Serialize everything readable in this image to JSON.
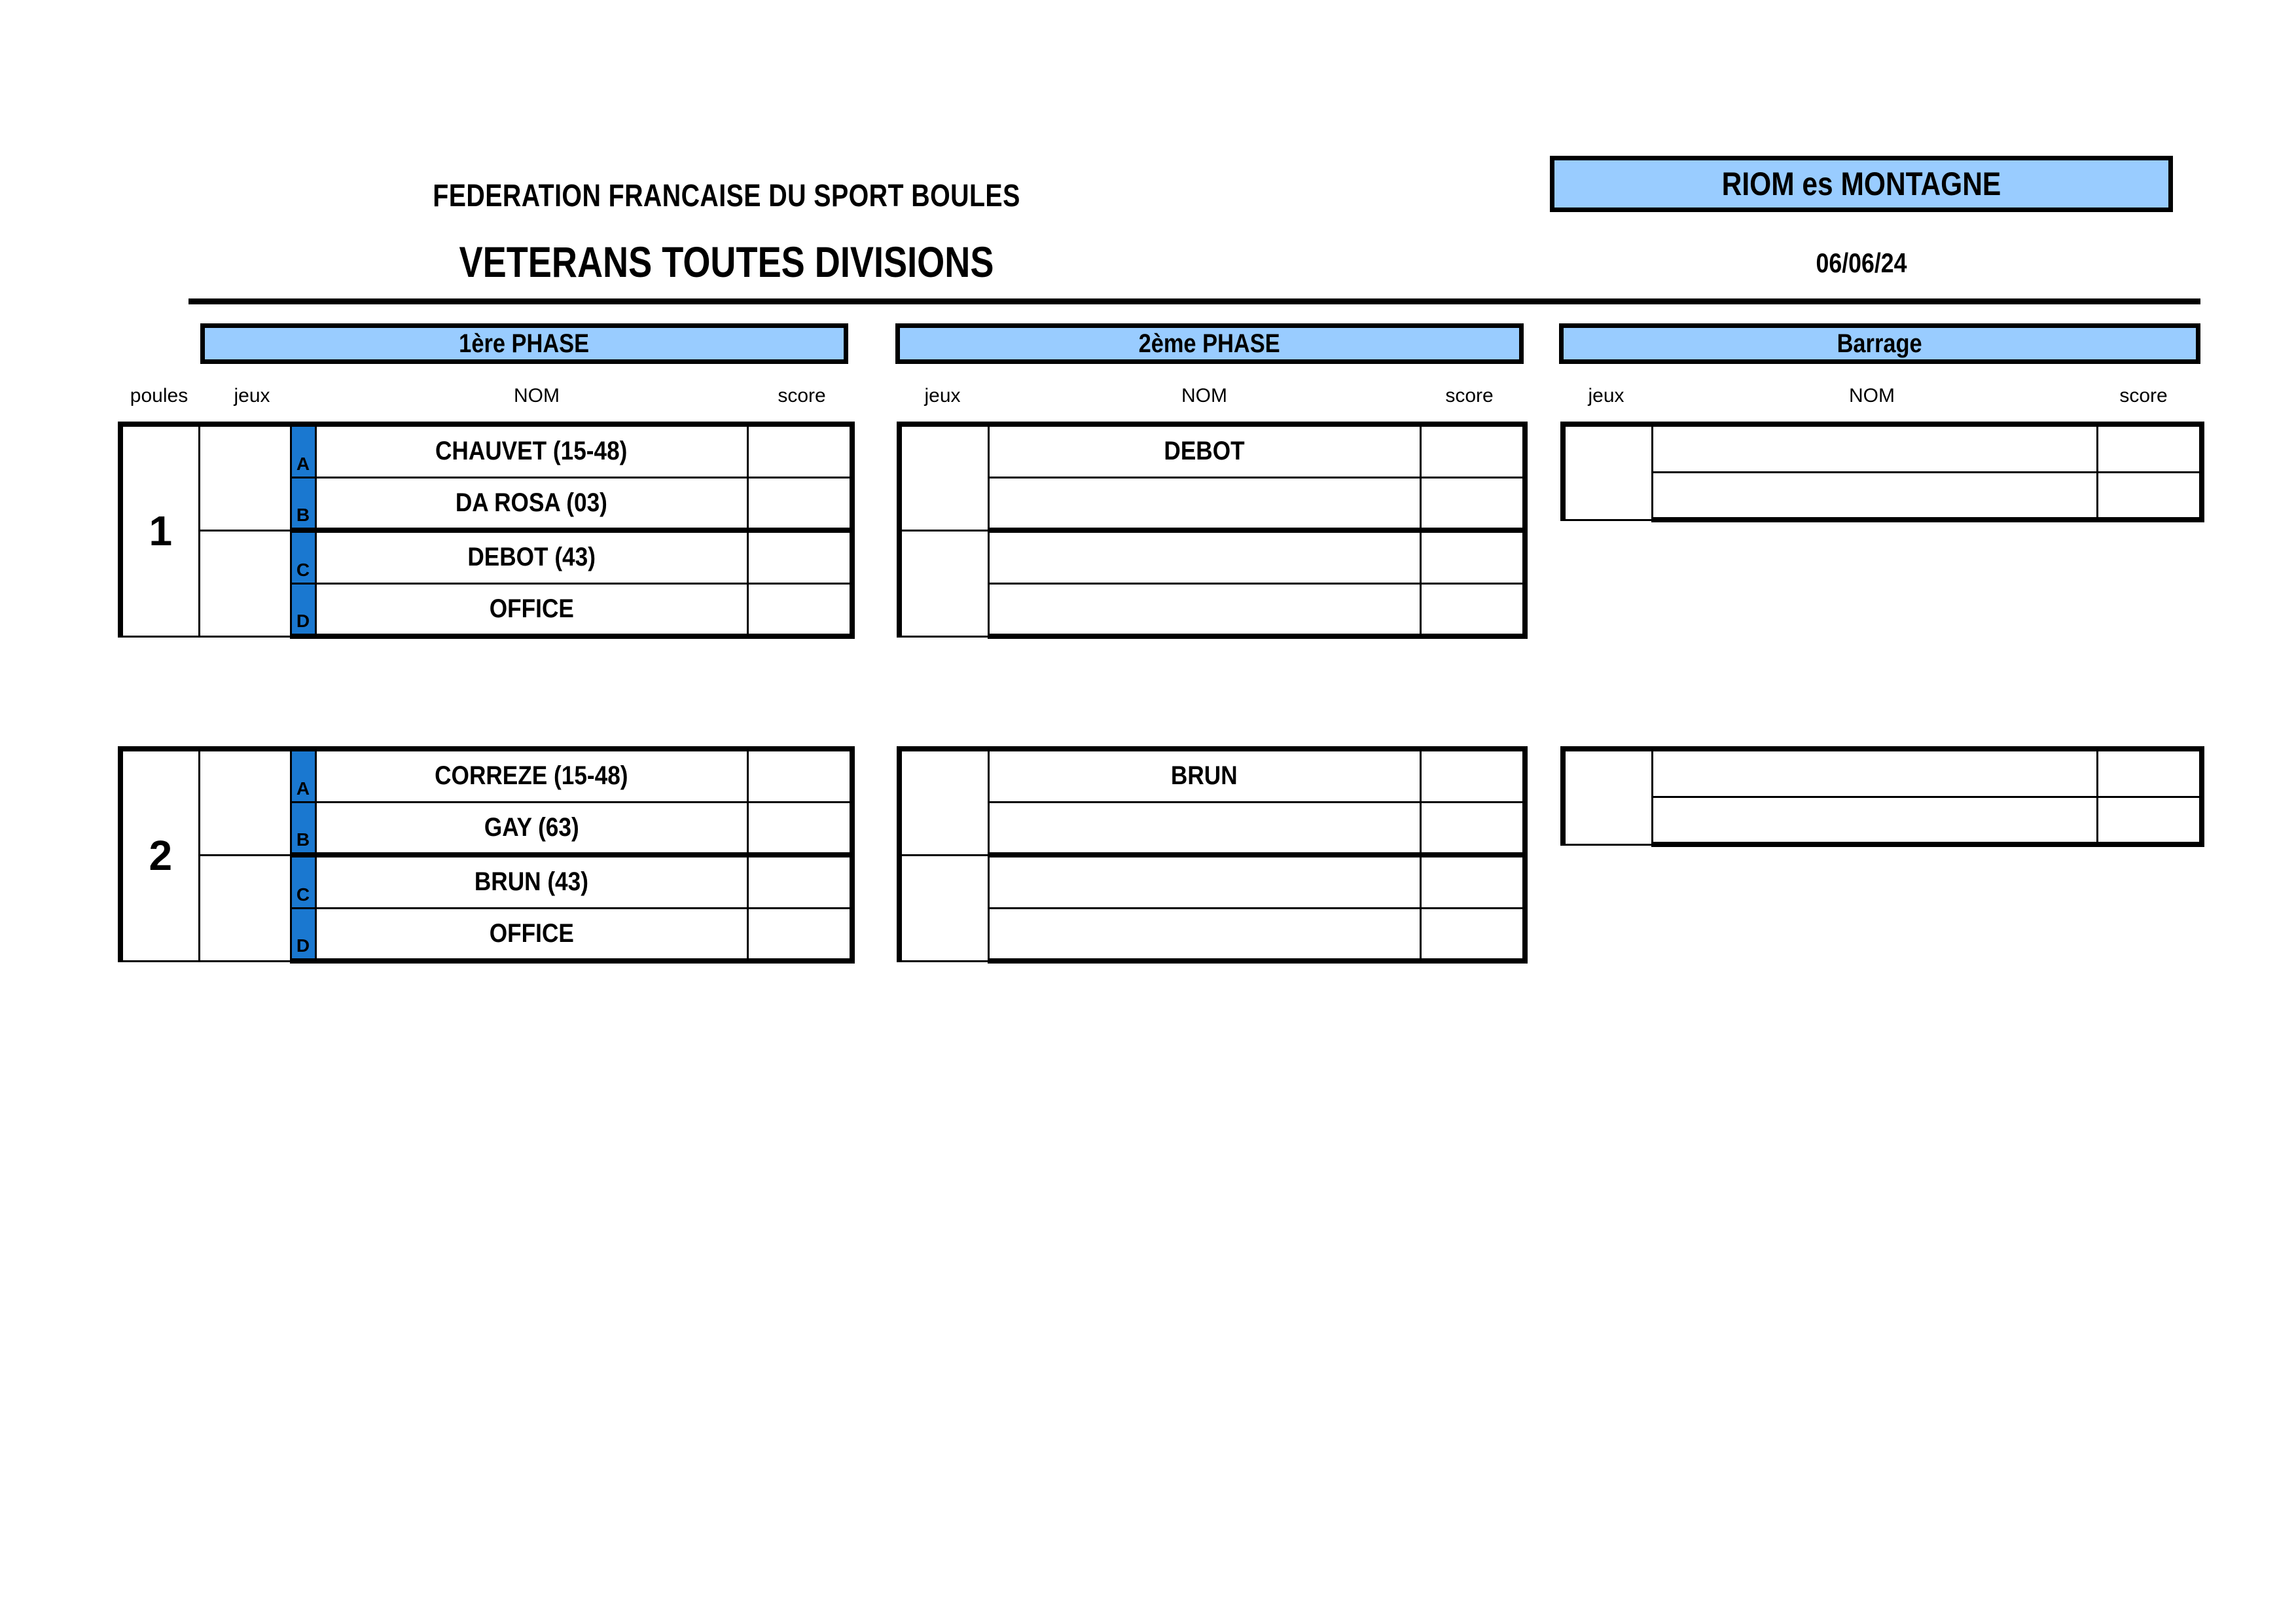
{
  "header": {
    "federation": "FEDERATION FRANCAISE DU SPORT BOULES",
    "competition": "VETERANS TOUTES DIVISIONS",
    "venue": "RIOM es MONTAGNE",
    "date": "06/06/24"
  },
  "colors": {
    "header_bar": "#99CCFF",
    "letter_strip": "#1A78D0",
    "border": "#000000",
    "page_background": "#FFFFFF"
  },
  "sections": {
    "phase1": {
      "title": "1ère PHASE"
    },
    "phase2": {
      "title": "2ème PHASE"
    },
    "barrage": {
      "title": "Barrage"
    }
  },
  "captions": {
    "poules": "poules",
    "jeux": "jeux",
    "nom": "NOM",
    "score": "score"
  },
  "phase1_poules": [
    {
      "number": "1",
      "rows": [
        {
          "letter": "A",
          "name": "CHAUVET (15-48)",
          "jeux": "",
          "score": ""
        },
        {
          "letter": "B",
          "name": "DA ROSA (03)",
          "jeux": "",
          "score": ""
        },
        {
          "letter": "C",
          "name": "DEBOT (43)",
          "jeux": "",
          "score": ""
        },
        {
          "letter": "D",
          "name": "OFFICE",
          "jeux": "",
          "score": ""
        }
      ]
    },
    {
      "number": "2",
      "rows": [
        {
          "letter": "A",
          "name": "CORREZE (15-48)",
          "jeux": "",
          "score": ""
        },
        {
          "letter": "B",
          "name": "GAY (63)",
          "jeux": "",
          "score": ""
        },
        {
          "letter": "C",
          "name": "BRUN (43)",
          "jeux": "",
          "score": ""
        },
        {
          "letter": "D",
          "name": "OFFICE",
          "jeux": "",
          "score": ""
        }
      ]
    }
  ],
  "phase2_blocks": [
    {
      "rows": [
        {
          "name": "DEBOT",
          "jeux": "",
          "score": ""
        },
        {
          "name": "",
          "jeux": "",
          "score": ""
        },
        {
          "name": "",
          "jeux": "",
          "score": ""
        },
        {
          "name": "",
          "jeux": "",
          "score": ""
        }
      ]
    },
    {
      "rows": [
        {
          "name": "BRUN",
          "jeux": "",
          "score": ""
        },
        {
          "name": "",
          "jeux": "",
          "score": ""
        },
        {
          "name": "",
          "jeux": "",
          "score": ""
        },
        {
          "name": "",
          "jeux": "",
          "score": ""
        }
      ]
    }
  ],
  "barrage_blocks": [
    {
      "rows": [
        {
          "name": "",
          "jeux": "",
          "score": ""
        },
        {
          "name": "",
          "jeux": "",
          "score": ""
        }
      ]
    },
    {
      "rows": [
        {
          "name": "",
          "jeux": "",
          "score": ""
        },
        {
          "name": "",
          "jeux": "",
          "score": ""
        }
      ]
    }
  ]
}
